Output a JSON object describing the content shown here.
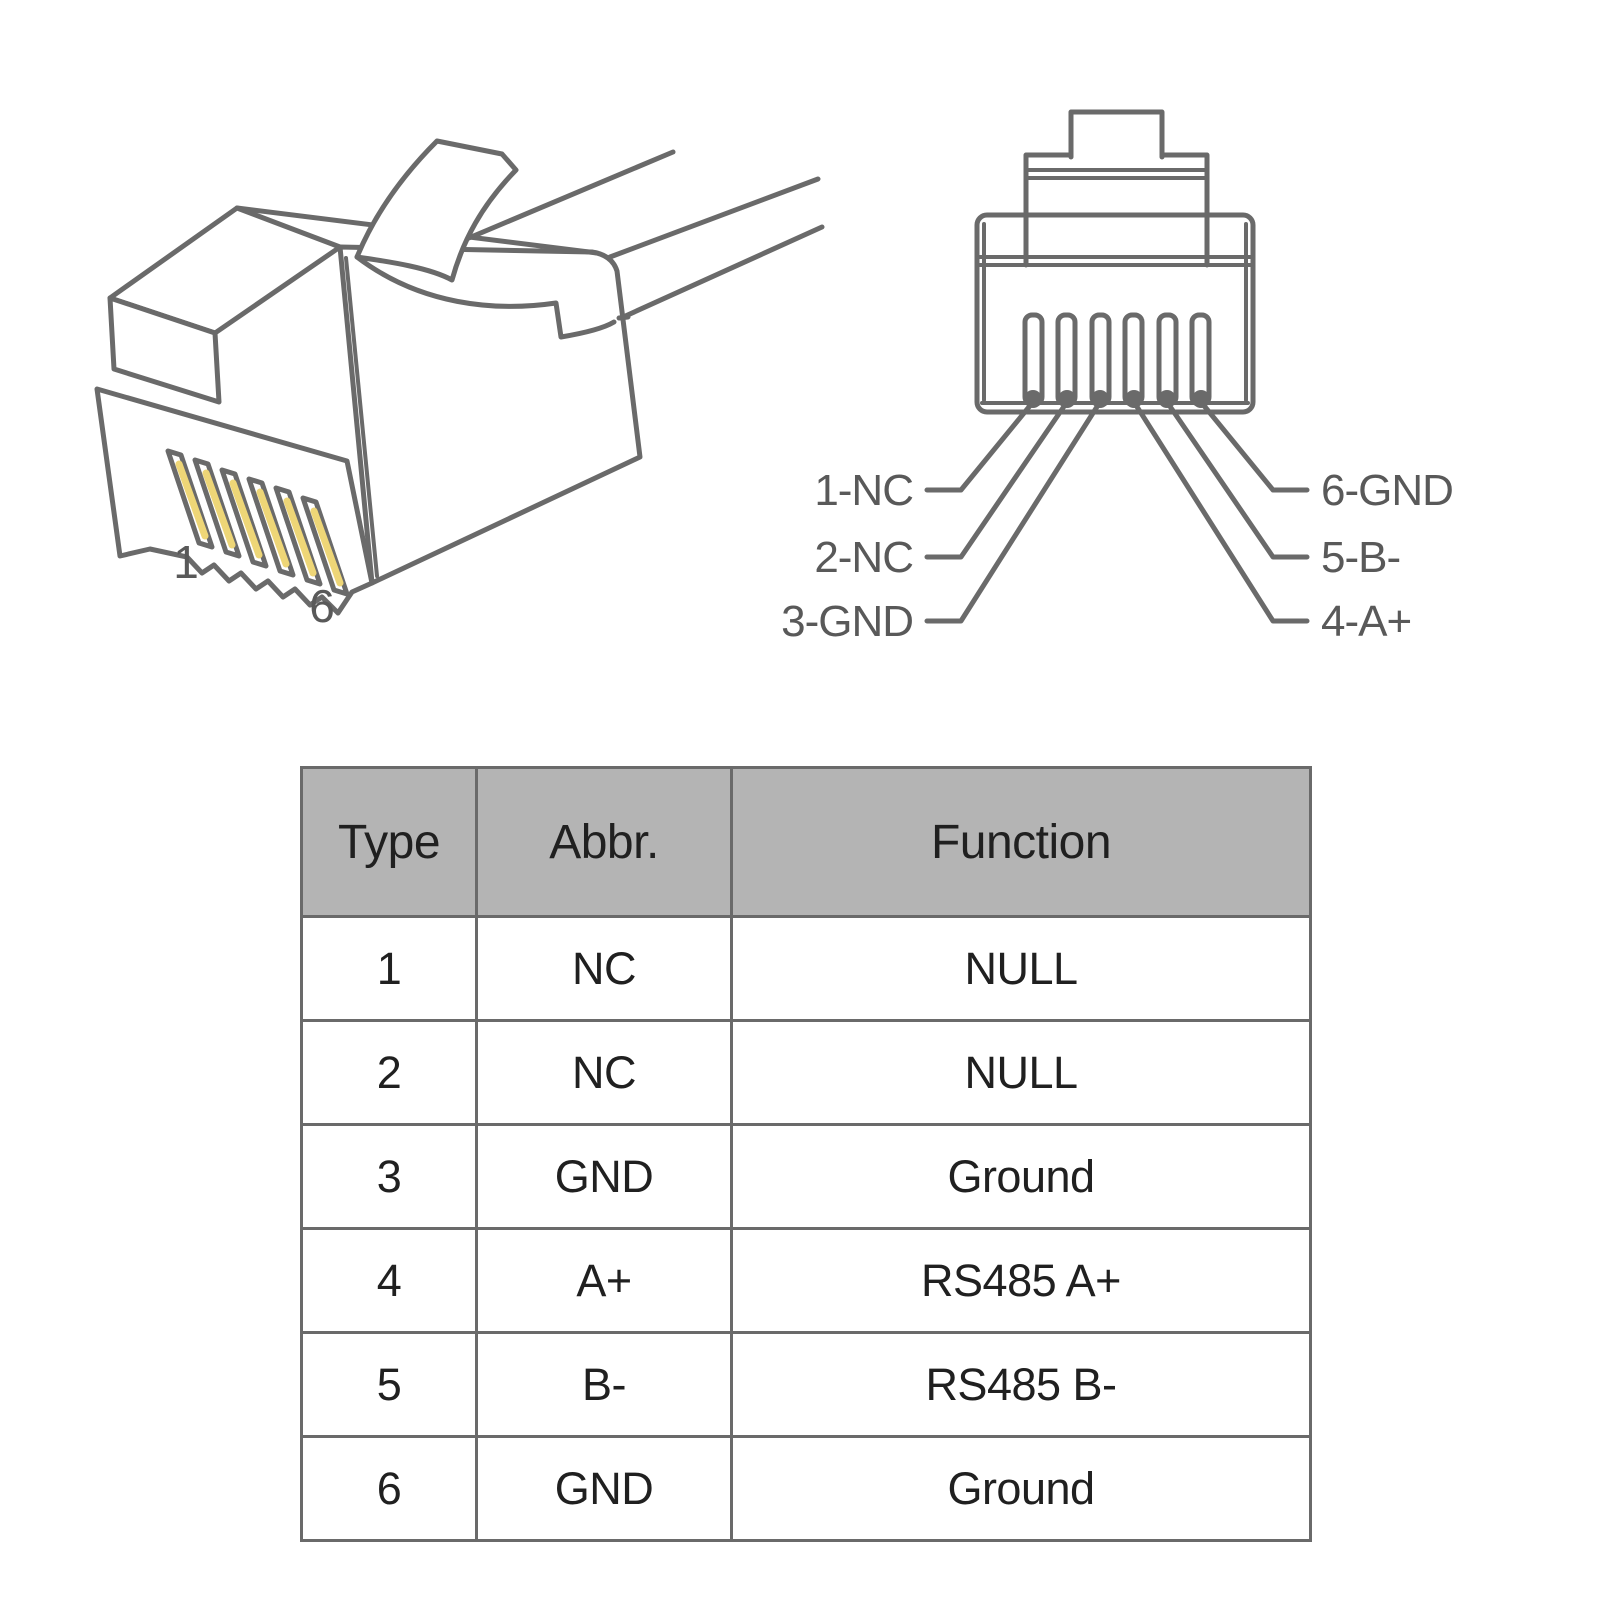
{
  "side_view": {
    "pin1_label": "1",
    "pin6_label": "6"
  },
  "front_view": {
    "labels_left": [
      "1-NC",
      "2-NC",
      "3-GND"
    ],
    "labels_right": [
      "6-GND",
      "5-B-",
      "4-A+"
    ]
  },
  "pin_table": {
    "headers": {
      "type": "Type",
      "abbr": "Abbr.",
      "function": "Function"
    },
    "rows": [
      {
        "type": "1",
        "abbr": "NC",
        "function": "NULL"
      },
      {
        "type": "2",
        "abbr": "NC",
        "function": "NULL"
      },
      {
        "type": "3",
        "abbr": "GND",
        "function": "Ground"
      },
      {
        "type": "4",
        "abbr": "A+",
        "function": "RS485 A+"
      },
      {
        "type": "5",
        "abbr": "B-",
        "function": "RS485 B-"
      },
      {
        "type": "6",
        "abbr": "GND",
        "function": "Ground"
      }
    ]
  },
  "colors": {
    "line": "#6a6a6a",
    "label_text": "#595959",
    "table_text": "#202020",
    "table_header_bg": "#b4b4b4",
    "table_border": "#6a6a6a",
    "pin_contact_gold": "#eed677",
    "background": "#ffffff"
  }
}
